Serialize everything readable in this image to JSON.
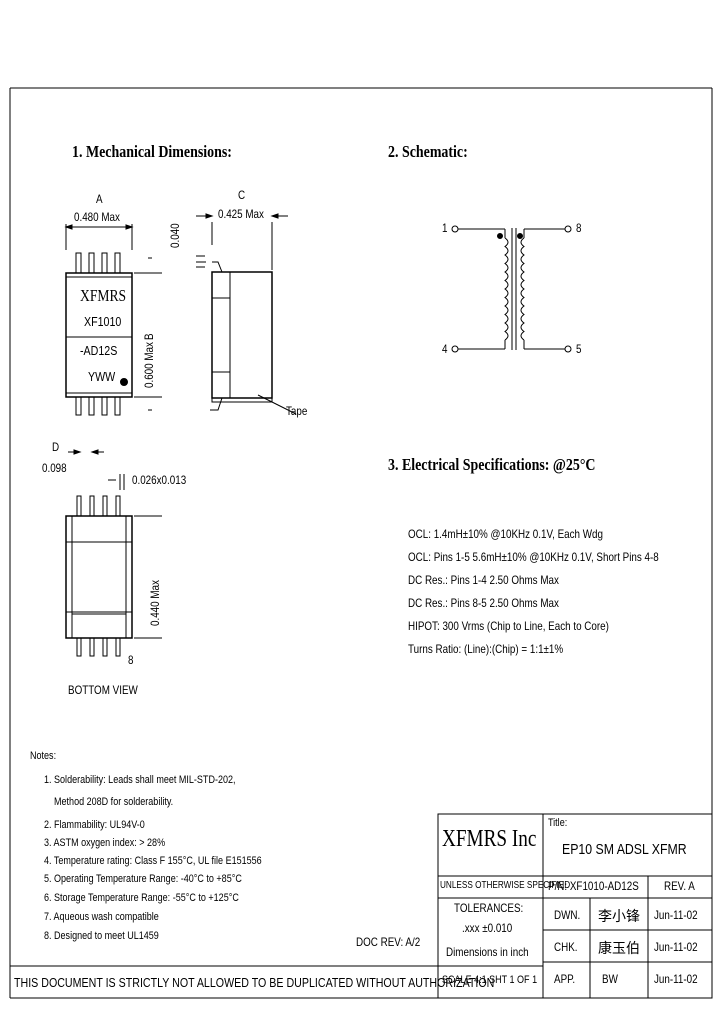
{
  "sections": {
    "mechanical": "1. Mechanical Dimensions:",
    "schematic": "2. Schematic:",
    "electrical": "3. Electrical   Specifications: @25°C"
  },
  "mechanical": {
    "dim_a_letter": "A",
    "dim_a_value": "0.480 Max",
    "dim_c_letter": "C",
    "dim_c_value": "0.425 Max",
    "dim_040": "0.040",
    "dim_b_letter": "B",
    "dim_b_value": "0.600 Max",
    "dim_d_letter": "D",
    "dim_d_value": "0.098",
    "lead_dim": "0.026x0.013",
    "dim_440": "0.440 Max",
    "pin_8": "8",
    "tape_label": "Tape",
    "bottom_view": "BOTTOM VIEW",
    "part_brand": "XFMRS",
    "part_line1": "XF1010",
    "part_line2": "-AD12S",
    "part_line3": "YWW"
  },
  "schematic": {
    "pin1": "1",
    "pin4": "4",
    "pin8": "8",
    "pin5": "5"
  },
  "electrical": [
    "OCL: 1.4mH±10% @10KHz 0.1V, Each Wdg",
    "OCL: Pins 1-5 5.6mH±10% @10KHz 0.1V, Short Pins 4-8",
    "DC Res.: Pins 1-4 2.50 Ohms Max",
    "DC Res.: Pins 8-5 2.50 Ohms Max",
    "HIPOT: 300 Vrms (Chip to Line, Each to Core)",
    "Turns Ratio: (Line):(Chip) = 1:1±1%"
  ],
  "notes": {
    "title": "Notes:",
    "items": [
      "1. Solderability: Leads shall meet MIL-STD-202,",
      "    Method 208D for solderability.",
      "2. Flammability: UL94V-0",
      "3. ASTM oxygen index: > 28%",
      "4. Temperature rating: Class F 155°C, UL file E151556",
      "5. Operating Temperature Range: -40°C to +85°C",
      "6. Storage Temperature Range: -55°C to +125°C",
      "7. Aqueous wash compatible",
      "8. Designed to meet UL1459"
    ]
  },
  "doc_rev": "DOC REV: A/2",
  "footer_notice": "THIS DOCUMENT IS STRICTLY NOT ALLOWED TO BE DUPLICATED WITHOUT AUTHORIZATION",
  "title_block": {
    "company": "XFMRS Inc",
    "title_label": "Title:",
    "title_value": "EP10 SM ADSL XFMR",
    "tolerance_header": "UNLESS OTHERWISE SPECIFIED",
    "pn": "P/N: XF1010-AD12S",
    "rev": "REV. A",
    "tolerances": "TOLERANCES:",
    "tol_value": ".xxx ±0.010",
    "dimensions": "Dimensions in inch",
    "dwn_label": "DWN.",
    "dwn_value": "李小锋",
    "dwn_date": "Jun-11-02",
    "chk_label": "CHK.",
    "chk_value": "康玉伯",
    "chk_date": "Jun-11-02",
    "scale": "SCALE 4:1 SHT 1 OF 1",
    "app_label": "APP.",
    "app_value": "BW",
    "app_date": "Jun-11-02"
  }
}
